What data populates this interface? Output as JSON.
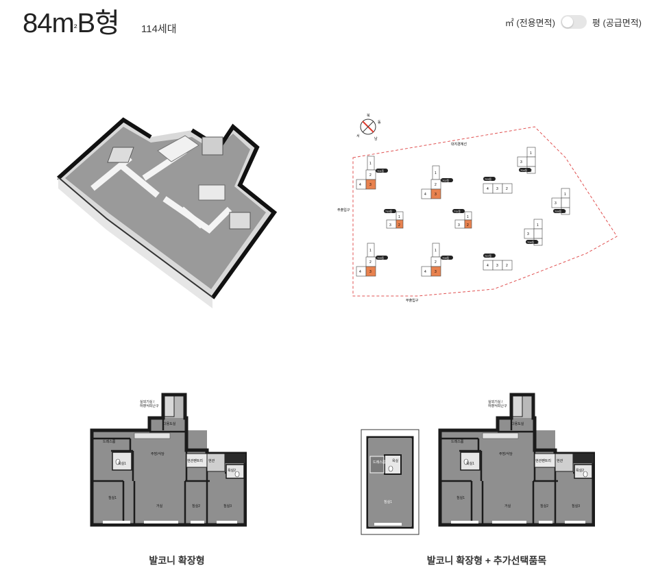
{
  "header": {
    "title_prefix": "84m",
    "title_sup": "²",
    "title_suffix": "B형",
    "households": "114세대",
    "unit_left": "㎡ (전용면적)",
    "unit_right": "평 (공급면적)"
  },
  "site_plan": {
    "compass": {
      "north": "북",
      "east": "동",
      "south": "남",
      "west": "서"
    },
    "labels": {
      "boundary": "대지경계선",
      "entrance_main": "주출입구",
      "entrance_sub": "부출입구"
    },
    "buildings": [
      "701동",
      "702동",
      "703동",
      "704동",
      "705동",
      "706동",
      "707동",
      "708동",
      "709동",
      "710동",
      "711동"
    ],
    "unit_numbers": [
      "1",
      "2",
      "3",
      "4"
    ],
    "highlight_color": "#e8824f"
  },
  "plans": {
    "expanded": {
      "caption": "발코니 확장형",
      "rooms": {
        "laundry": "실외기실 /\n하향식피난구",
        "dress": "드레스룸",
        "multi": "다용도실",
        "kitchen": "주방/식당",
        "pantry": "현관팬트리",
        "entrance": "현관",
        "bath1": "욕실1",
        "bath2": "욕실2",
        "bed1": "침실1",
        "living": "거실",
        "bed2": "침실2",
        "bed3": "침실3"
      }
    },
    "option": {
      "caption": "발코니 확장형 + 추가선택품목",
      "inset": {
        "dress": "드레스룸",
        "bath": "욕실",
        "bed": "침실1"
      },
      "rooms": {
        "laundry": "실외기실 /\n하향식피난구",
        "dress": "드레스룸",
        "multi": "다용도실",
        "kitchen": "주방/식당",
        "pantry": "현관팬트리",
        "entrance": "현관",
        "bath1": "욕실1",
        "bath2": "욕실2",
        "bed1": "침실1",
        "living": "거실",
        "bed2": "침실2",
        "bed3": "침실3"
      }
    }
  },
  "colors": {
    "floor": "#8f8f8f",
    "wall": "#1b1b1b",
    "accent": "#e8824f"
  }
}
